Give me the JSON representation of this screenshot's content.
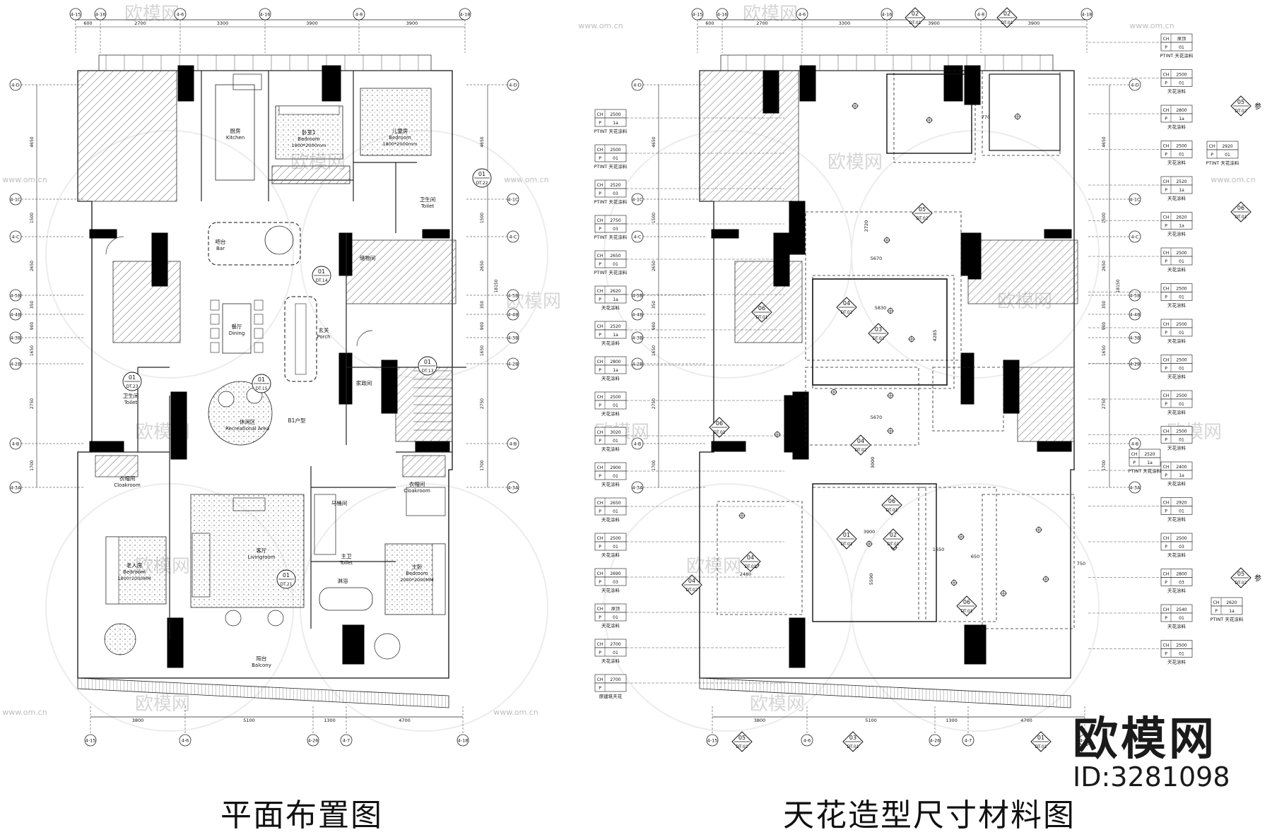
{
  "left_plan": {
    "caption": "平面布置图",
    "top_grid": [
      "4-15",
      "4-16",
      "4-6",
      "4-16",
      "4-8",
      "4-18"
    ],
    "top_dims": [
      "600",
      "2700",
      "3300",
      "3900",
      "3900"
    ],
    "bottom_grid": [
      "4-15",
      "4-6",
      "4-26",
      "4-7",
      "4-18"
    ],
    "bottom_dims": [
      "3800",
      "5100",
      "1300",
      "4700"
    ],
    "left_grid": [
      "4-D",
      "4-1C",
      "4-C",
      "4-5B",
      "4-4B",
      "4-3B",
      "4-2B",
      "4-B",
      "4-3A"
    ],
    "side_dims": [
      "4650",
      "1500",
      "2650",
      "350",
      "900",
      "1650",
      "2750",
      "1700"
    ],
    "total_dim": "18150",
    "rooms": [
      {
        "cn": "厨房",
        "en": "Kitchen"
      },
      {
        "cn": "卧室1",
        "en": "Bedroom",
        "size": "1800*2000mm"
      },
      {
        "cn": "儿童房",
        "en": "Bedroom",
        "size": "1800*2000mm"
      },
      {
        "cn": "卫生间",
        "en": "Toilet"
      },
      {
        "cn": "吧台",
        "en": "Bar"
      },
      {
        "cn": "储物间",
        "en": ""
      },
      {
        "cn": "餐厅",
        "en": "Dining"
      },
      {
        "cn": "玄关",
        "en": "Porch"
      },
      {
        "cn": "家政间",
        "en": ""
      },
      {
        "cn": "卫生间",
        "en": "Toilet"
      },
      {
        "cn": "休闲区",
        "en": "Recreational Area"
      },
      {
        "cn": "B1户型",
        "en": ""
      },
      {
        "cn": "衣帽间",
        "en": "Cloakroom"
      },
      {
        "cn": "衣帽间",
        "en": "Cloakroom"
      },
      {
        "cn": "马桶间",
        "en": ""
      },
      {
        "cn": "客厅",
        "en": "Livingroom"
      },
      {
        "cn": "主卫",
        "en": "Toilet"
      },
      {
        "cn": "老人房",
        "en": "Bedroom",
        "size": "1800*2000MM"
      },
      {
        "cn": "主卧",
        "en": "Bedroom",
        "size": "2000*2000MM"
      },
      {
        "cn": "淋浴",
        "en": ""
      },
      {
        "cn": "阳台",
        "en": "Balcony"
      }
    ],
    "tags": [
      {
        "num": "01",
        "ref": "DT.22"
      },
      {
        "num": "01",
        "ref": "DT.14"
      },
      {
        "num": "01",
        "ref": "DT.15"
      },
      {
        "num": "01",
        "ref": "DT.23"
      },
      {
        "num": "01",
        "ref": "DT.21"
      },
      {
        "num": "01",
        "ref": "DT.13"
      }
    ]
  },
  "right_plan": {
    "caption": "天花造型尺寸材料图",
    "top_grid": [
      "4-15",
      "4-16",
      "4-6",
      "4-16",
      "4-8",
      "4-18"
    ],
    "top_tags": [
      {
        "num": "02",
        "ref": "DT.01"
      },
      {
        "num": "02",
        "ref": "DT.01"
      }
    ],
    "top_dims": [
      "600",
      "2700",
      "3300",
      "3900",
      "3900"
    ],
    "bottom_grid": [
      "4-15",
      "4-6",
      "4-26",
      "4-7",
      "4-18"
    ],
    "bottom_dims": [
      "3800",
      "5100",
      "1300",
      "4700"
    ],
    "bottom_tags": [
      {
        "num": "05",
        "ref": "DT.02"
      },
      {
        "num": "03",
        "ref": "DT.01"
      },
      {
        "num": "01",
        "ref": "DT.01"
      }
    ],
    "left_grid": [
      "4-D",
      "4-1C",
      "4-C",
      "4-5B",
      "4-4B",
      "4-3B",
      "4-2B",
      "4-B",
      "4-3A"
    ],
    "side_dims": [
      "4650",
      "1500",
      "2650",
      "350",
      "900",
      "1650",
      "2750",
      "1700"
    ],
    "total_dim": "18150",
    "inner_dims": [
      "5670",
      "2720",
      "5830",
      "4285",
      "5670",
      "3000",
      "3900",
      "5590",
      "2480",
      "770",
      "750",
      "1650",
      "650"
    ],
    "callouts": [
      {
        "num": "05",
        "ref": "DT.02"
      },
      {
        "num": "04",
        "ref": "DT.02"
      },
      {
        "num": "03",
        "ref": "DT.02"
      },
      {
        "num": "06",
        "ref": "DT.01"
      },
      {
        "num": "06",
        "ref": "DT.01"
      },
      {
        "num": "04",
        "ref": "DT.02"
      },
      {
        "num": "04",
        "ref": "DT.01"
      },
      {
        "num": "04",
        "ref": "DT.02"
      },
      {
        "num": "01",
        "ref": "DT.01"
      },
      {
        "num": "02",
        "ref": "DT.01"
      },
      {
        "num": "06",
        "ref": "DT.01"
      },
      {
        "num": "06",
        "ref": "DT.01"
      }
    ],
    "side_callouts": [
      {
        "num": "05",
        "ref": "DT.02",
        "note": "参"
      },
      {
        "num": "06",
        "ref": "DT.01",
        "note": ""
      },
      {
        "num": "05",
        "ref": "DT.02",
        "note": "参"
      }
    ],
    "left_legend": [
      {
        "ch": "2500",
        "p": "1a",
        "label": "PTINT 天花涂料"
      },
      {
        "ch": "2500",
        "p": "01",
        "label": "PTINT 天花涂料"
      },
      {
        "ch": "2520",
        "p": "03",
        "label": "PTINT 天花涂料"
      },
      {
        "ch": "2750",
        "p": "03",
        "label": "PTINT 天花涂料"
      },
      {
        "ch": "2650",
        "p": "01",
        "label": "PTINT 天花涂料"
      },
      {
        "ch": "2620",
        "p": "1a",
        "label": "天花涂料"
      },
      {
        "ch": "2520",
        "p": "1a",
        "label": "天花涂料"
      },
      {
        "ch": "2800",
        "p": "1a",
        "label": "天花涂料"
      },
      {
        "ch": "2500",
        "p": "01",
        "label": "天花涂料"
      },
      {
        "ch": "3020",
        "p": "01",
        "label": "天花涂料"
      },
      {
        "ch": "2900",
        "p": "01",
        "label": "天花涂料"
      },
      {
        "ch": "2650",
        "p": "01",
        "label": "天花涂料"
      },
      {
        "ch": "2500",
        "p": "01",
        "label": "天花涂料"
      },
      {
        "ch": "2690",
        "p": "03",
        "label": "天花涂料"
      },
      {
        "ch": "原顶",
        "p": "01",
        "label": "天花涂料"
      },
      {
        "ch": "2700",
        "p": "01",
        "label": "天花涂料"
      },
      {
        "ch": "2700",
        "p": "",
        "label": "原建筑天花"
      }
    ],
    "right_legend": [
      {
        "ch": "原顶",
        "p": "01",
        "label": "PTINT 天花涂料"
      },
      {
        "ch": "2500",
        "p": "01",
        "label": "天花涂料"
      },
      {
        "ch": "2800",
        "p": "1a",
        "label": "天花涂料"
      },
      {
        "ch": "2500",
        "p": "01",
        "label": "天花涂料"
      },
      {
        "ch": "2520",
        "p": "1a",
        "label": "天花涂料"
      },
      {
        "ch": "2620",
        "p": "1a",
        "label": "天花涂料"
      },
      {
        "ch": "2500",
        "p": "01",
        "label": "天花涂料"
      },
      {
        "ch": "2500",
        "p": "01",
        "label": "天花涂料"
      },
      {
        "ch": "2500",
        "p": "01",
        "label": "天花涂料"
      },
      {
        "ch": "2500",
        "p": "01",
        "label": "天花涂料"
      },
      {
        "ch": "2500",
        "p": "01",
        "label": "天花涂料"
      },
      {
        "ch": "2500",
        "p": "01",
        "label": "天花涂料"
      },
      {
        "ch": "2400",
        "p": "1a",
        "label": "天花涂料"
      },
      {
        "ch": "2920",
        "p": "01",
        "label": "天花涂料"
      },
      {
        "ch": "2500",
        "p": "03",
        "label": "天花涂料"
      },
      {
        "ch": "2800",
        "p": "03",
        "label": "天花涂料"
      },
      {
        "ch": "2540",
        "p": "01",
        "label": "天花涂料"
      },
      {
        "ch": "2500",
        "p": "01",
        "label": "天花涂料"
      }
    ],
    "extra_legend": [
      {
        "ch": "2920",
        "p": "01",
        "label": "PTINT 天花涂料"
      },
      {
        "ch": "2520",
        "p": "1a",
        "label": "PTINT 天花涂料"
      },
      {
        "ch": "2620",
        "p": "1a",
        "label": "PTINT 天花涂料"
      }
    ]
  },
  "branding": {
    "logo_text": "欧模网",
    "id_text": "ID:3281098",
    "watermark": "欧模网",
    "watermark_url": "www.om.cn"
  },
  "colors": {
    "ink": "#1a1a1a",
    "hatch": "#555555",
    "wall": "#000000",
    "faint": "#cfcfcf"
  }
}
